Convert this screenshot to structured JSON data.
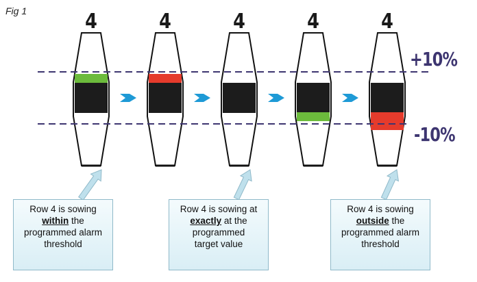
{
  "figure": {
    "label": "Fig 1"
  },
  "columns": [
    {
      "number": "4",
      "band": "top",
      "band_color": "#6cbb3c"
    },
    {
      "number": "4",
      "band": "top",
      "band_color": "#e53b2c"
    },
    {
      "number": "4",
      "band": "none",
      "band_color": ""
    },
    {
      "number": "4",
      "band": "bottom",
      "band_color": "#6cbb3c"
    },
    {
      "number": "4",
      "band": "bottom",
      "band_color": "#e53b2c"
    }
  ],
  "thresholds": {
    "upper": "+10%",
    "lower": "-10%"
  },
  "colors": {
    "line": "#3d3570",
    "arrow": "#1e9ad6",
    "core": "#1c1c1c",
    "callout_border": "#8fb9c9"
  },
  "callouts": [
    {
      "line1": "Row 4 is sowing",
      "emph": "within",
      "after": " the",
      "line3": "programmed alarm",
      "line4": "threshold"
    },
    {
      "line1": "Row 4 is sowing at",
      "emph": "exactly",
      "after": " at the",
      "line3": "programmed",
      "line4": "target value"
    },
    {
      "line1": "Row 4 is sowing",
      "emph": "outside",
      "after": " the",
      "line3": "programmed alarm",
      "line4": "threshold"
    }
  ]
}
